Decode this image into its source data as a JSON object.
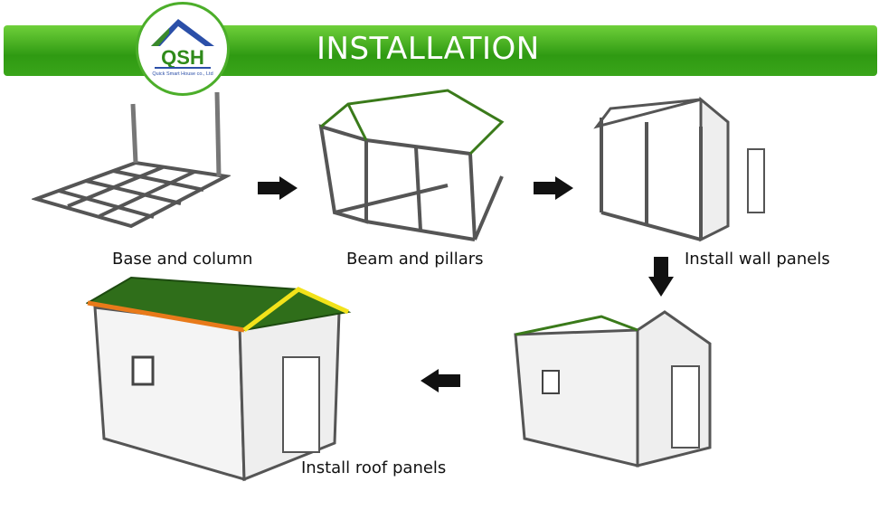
{
  "header": {
    "title": "INSTALLATION",
    "logo_text": "QSH",
    "logo_subtext": "Quick Smart House co., Ltd"
  },
  "steps": [
    {
      "label": "Base and column"
    },
    {
      "label": "Beam and pillars"
    },
    {
      "label": "Install wall panels"
    },
    {
      "label": "Install roof panels"
    }
  ],
  "colors": {
    "banner": "#3aa51a",
    "roof": "#2f6e1a",
    "roof_edge_orange": "#e87a1a",
    "roof_edge_yellow": "#f2e21a"
  }
}
